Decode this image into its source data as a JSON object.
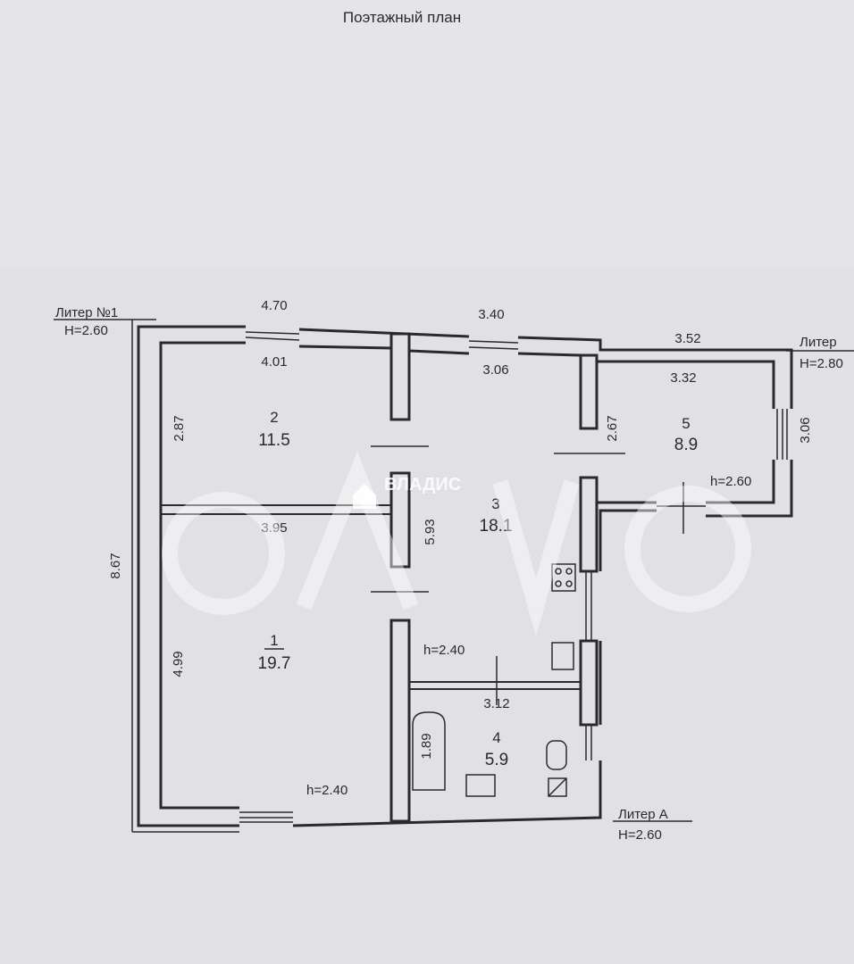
{
  "title": "Поэтажный план",
  "liters": {
    "liter1": {
      "name": "Литер №1",
      "height": "H=2.60"
    },
    "liter_right": {
      "name": "Литер",
      "height": "H=2.80"
    },
    "literA": {
      "name": "Литер А",
      "height": "H=2.60"
    }
  },
  "dimensions": {
    "top_left": "4.70",
    "top_mid": "3.40",
    "top_right": "3.52",
    "room2_width": "4.01",
    "room3_width": "3.06",
    "room5_width": "3.32",
    "room2_height": "2.87",
    "room3_height": "2.67",
    "room5_height": "3.06",
    "left_total": "8.67",
    "room1_width": "3.95",
    "partition": "5.93",
    "room1_height": "4.99",
    "room4_width": "3.12",
    "room4_height": "1.89"
  },
  "rooms": [
    {
      "number": "2",
      "area": "11.5"
    },
    {
      "number": "3",
      "area": "18.1"
    },
    {
      "number": "5",
      "area": "8.9"
    },
    {
      "number": "1",
      "area": "19.7"
    },
    {
      "number": "4",
      "area": "5.9"
    }
  ],
  "ceilings": {
    "room5": "h=2.60",
    "room3": "h=2.40",
    "room1": "h=2.40"
  },
  "watermark": {
    "brand": "ВЛАДИС"
  }
}
